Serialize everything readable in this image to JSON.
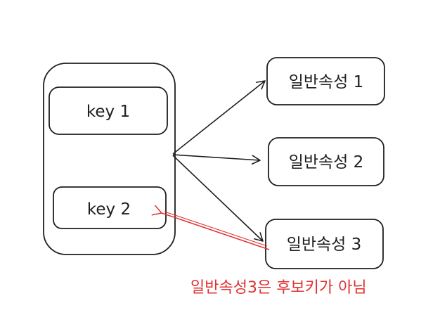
{
  "diagram": {
    "group": {
      "keys": [
        {
          "label": "key 1"
        },
        {
          "label": "key 2"
        }
      ]
    },
    "attributes": [
      {
        "label": "일반속성 1"
      },
      {
        "label": "일반속성 2"
      },
      {
        "label": "일반속성 3"
      }
    ],
    "note": {
      "text": "일반속성3은 후보키가 아님",
      "color": "#e03131"
    },
    "colors": {
      "stroke": "#1e1e1e",
      "accent": "#e03131",
      "background": "#ffffff"
    }
  }
}
